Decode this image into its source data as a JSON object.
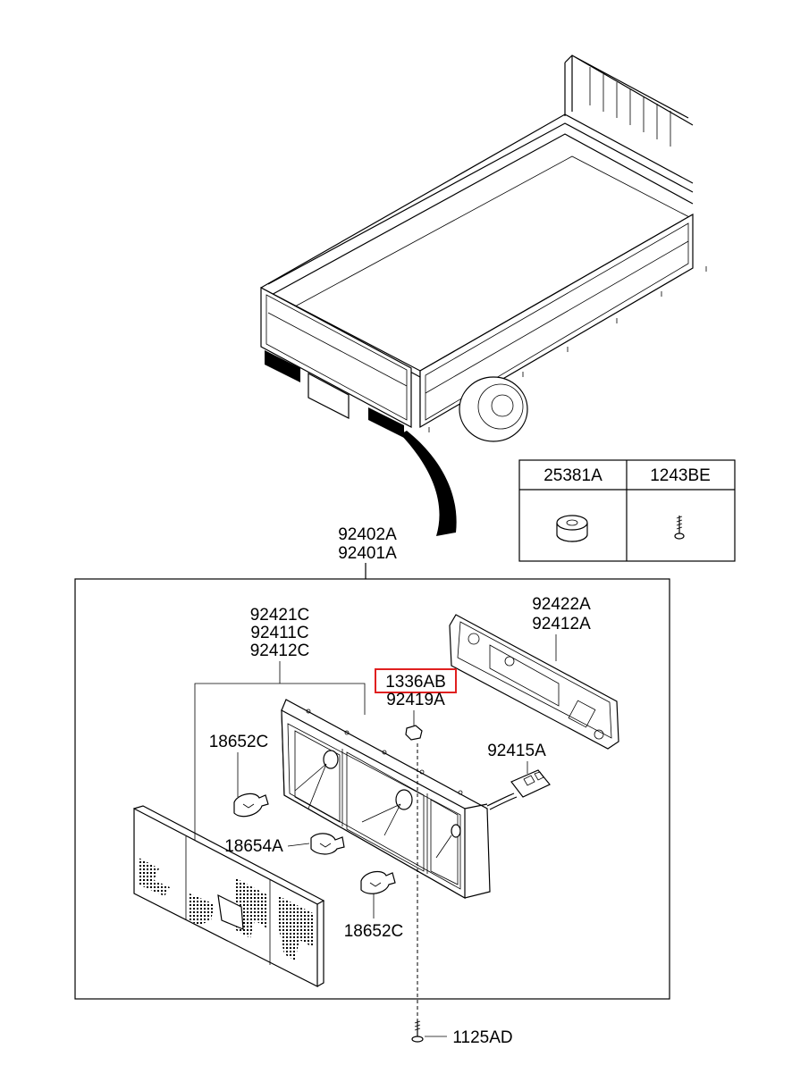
{
  "assembly_labels": [
    "92402A",
    "92401A"
  ],
  "lens_labels": [
    "92421C",
    "92411C",
    "92412C"
  ],
  "reflector_labels": [
    "92422A",
    "92412A"
  ],
  "highlighted_part": "1336AB",
  "highlight_color": "#e02020",
  "clip_label": "92419A",
  "harness_label": "92415A",
  "bulb_top_label": "18652C",
  "bulb_mid_label": "18654A",
  "bulb_bottom_label": "18652C",
  "screw_label": "1125AD",
  "parts_table": {
    "headers": [
      "25381A",
      "1243BE"
    ],
    "icons": [
      "grommet-icon",
      "screw-icon"
    ]
  }
}
